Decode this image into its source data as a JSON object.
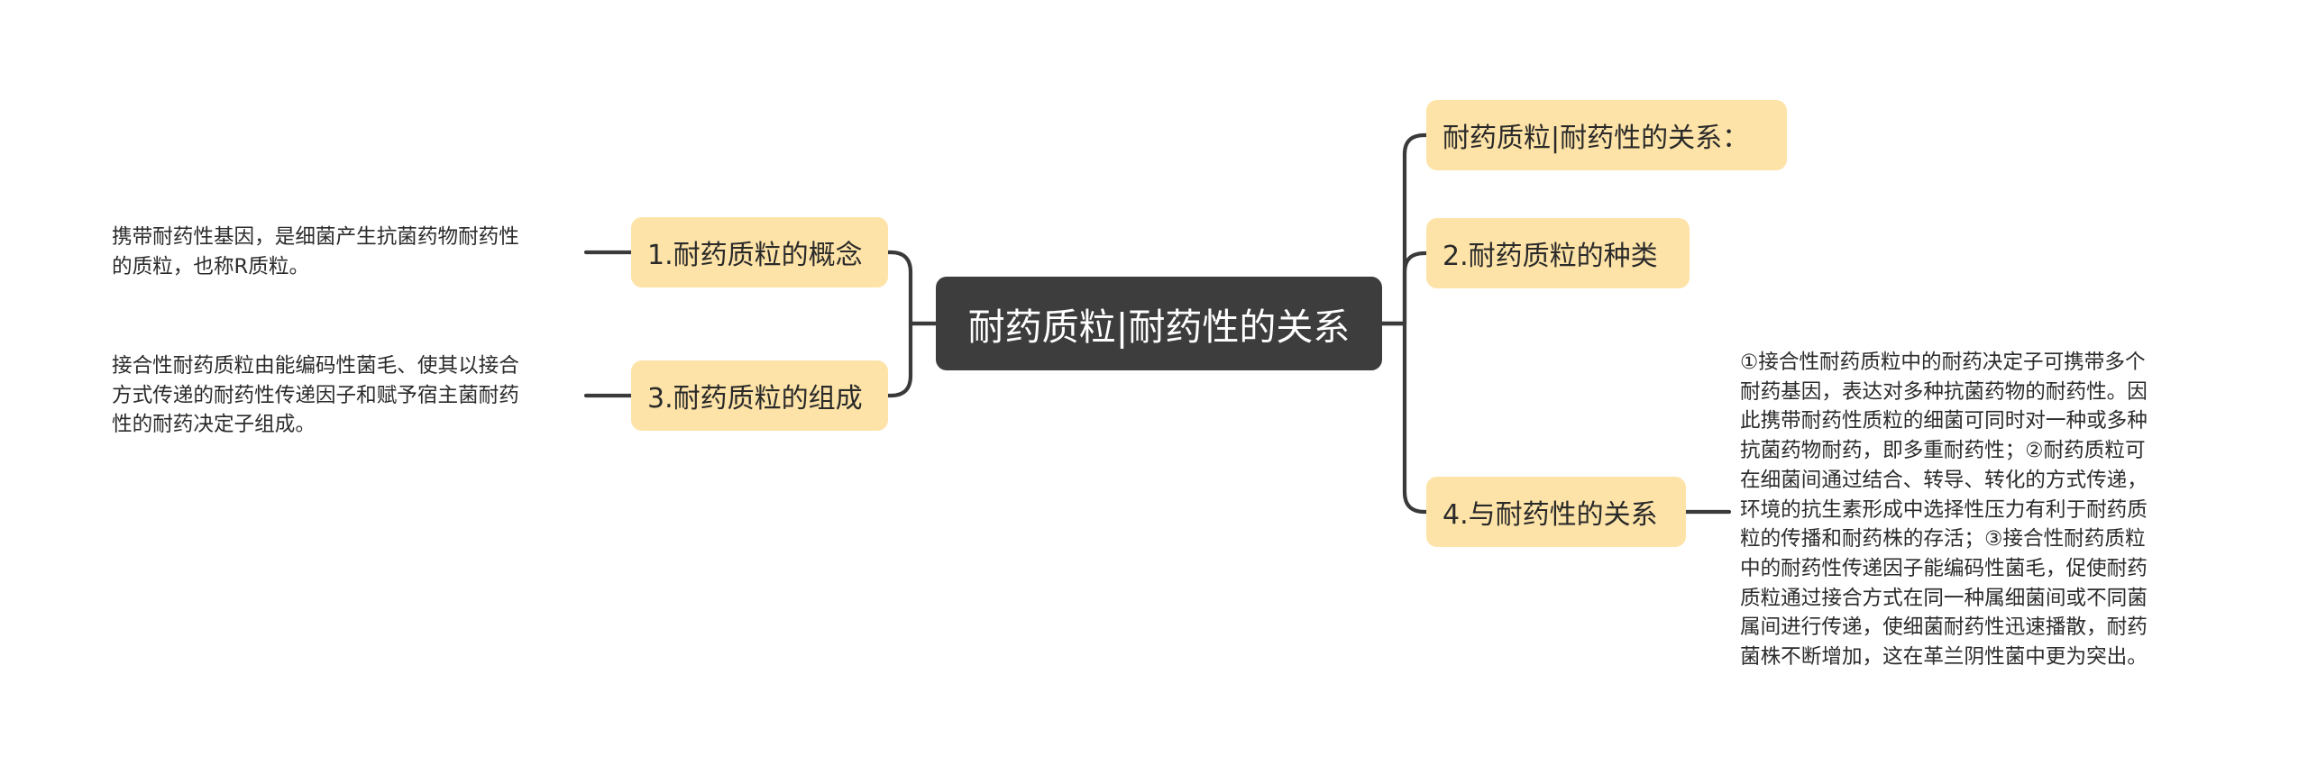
{
  "mindmap": {
    "root": {
      "label": "耐药质粒|耐药性的关系"
    },
    "left_branches": [
      {
        "label": "1.耐药质粒的概念",
        "note_lines": [
          "携带耐药性基因，是细菌产生抗菌药物耐药性",
          "的质粒，也称R质粒。"
        ]
      },
      {
        "label": "3.耐药质粒的组成",
        "note_lines": [
          "接合性耐药质粒由能编码性菌毛、使其以接合",
          "方式传递的耐药性传递因子和赋予宿主菌耐药",
          "性的耐药决定子组成。"
        ]
      }
    ],
    "right_branches": [
      {
        "label": "耐药质粒|耐药性的关系："
      },
      {
        "label": "2.耐药质粒的种类"
      },
      {
        "label": "4.与耐药性的关系",
        "note_lines": [
          "①接合性耐药质粒中的耐药决定子可携带多个",
          "耐药基因，表达对多种抗菌药物的耐药性。因",
          "此携带耐药性质粒的细菌可同时对一种或多种",
          "抗菌药物耐药，即多重耐药性；②耐药质粒可",
          "在细菌间通过结合、转导、转化的方式传递，",
          "环境的抗生素形成中选择性压力有利于耐药质",
          "粒的传播和耐药株的存活；③接合性耐药质粒",
          "中的耐药性传递因子能编码性菌毛，促使耐药",
          "质粒通过接合方式在同一种属细菌间或不同菌",
          "属间进行传递，使细菌耐药性迅速播散，耐药",
          "菌株不断增加，这在革兰阴性菌中更为突出。"
        ]
      }
    ]
  }
}
